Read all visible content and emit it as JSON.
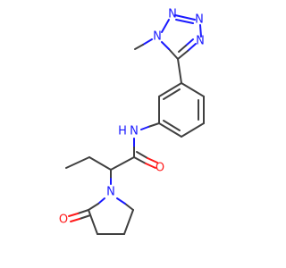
{
  "molecule": {
    "atoms": {
      "n_amide": "N",
      "h_amide": "H",
      "o_amide": "O",
      "n_pyrrolidone": "N",
      "o_lactam": "O",
      "n_tetrazole_1": "N",
      "n_tetrazole_2": "N",
      "n_tetrazole_3": "N",
      "n_tetrazole_4": "N"
    },
    "colors": {
      "carbon_bond": "#404040",
      "nitrogen": "#1a1aff",
      "oxygen": "#ff1a1a",
      "background": "#ffffff"
    }
  }
}
